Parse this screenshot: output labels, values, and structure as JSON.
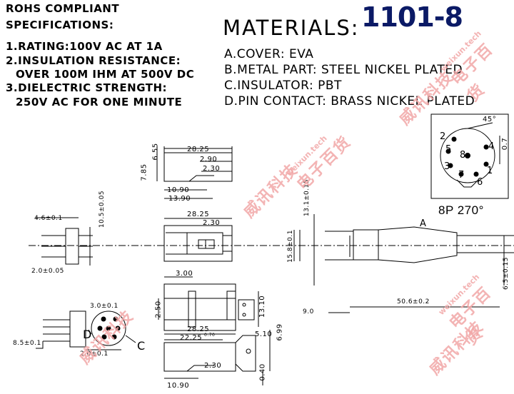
{
  "part_number": "1101-8",
  "specs": {
    "title_line1": "ROHS COMPLIANT",
    "title_line2": "SPECIFICATIONS:",
    "rating": "1.RATING:100V AC AT 1A",
    "insulation": "2.INSULATION RESISTANCE:",
    "insulation_value": "OVER 100M IHM AT 500V DC",
    "dielectric": "3.DIELECTRIC STRENGTH:",
    "dielectric_value": "250V AC FOR ONE MINUTE"
  },
  "materials": {
    "title": "MATERIALS:",
    "cover": "A.COVER: EVA",
    "metal": "B.METAL PART: STEEL NICKEL PLATED",
    "insulator": "C.INSULATOR: PBT",
    "pin": "D.PIN CONTACT: BRASS NICKEL PLATED"
  },
  "pin_view": {
    "label": "8P 270°",
    "angle": "45°",
    "offset": "0.7",
    "pins": [
      "1",
      "2",
      "3",
      "4",
      "5",
      "6",
      "7",
      "8"
    ]
  },
  "dimensions": {
    "top": [
      "28.25",
      "2.90",
      "2.30",
      "10.90",
      "13.90",
      "6.55",
      "7.85"
    ],
    "middle": [
      "28.25",
      "2.30"
    ],
    "left_side": [
      "4.6±0.1",
      "10.5±0.05",
      "2.0±0.05"
    ],
    "left_bottom": [
      "3.0±0.1",
      "8.5±0.1",
      "2.0±0.1"
    ],
    "center_lower": [
      "3.00",
      "2.50",
      "13.10"
    ],
    "bottom": [
      "28.25",
      "22.25",
      "0.70",
      "5.10",
      "6.99",
      "2.30",
      "0.40",
      "10.90"
    ],
    "cable": [
      "13.1±0.15",
      "15.8±0.1",
      "50.6±0.2",
      "9.0",
      "6.5±0.15"
    ],
    "labels": [
      "A",
      "D",
      "C"
    ]
  },
  "watermark": {
    "company_cn": "威讯科技",
    "url": "weixun.tech",
    "brand_cn": "电子百货"
  }
}
